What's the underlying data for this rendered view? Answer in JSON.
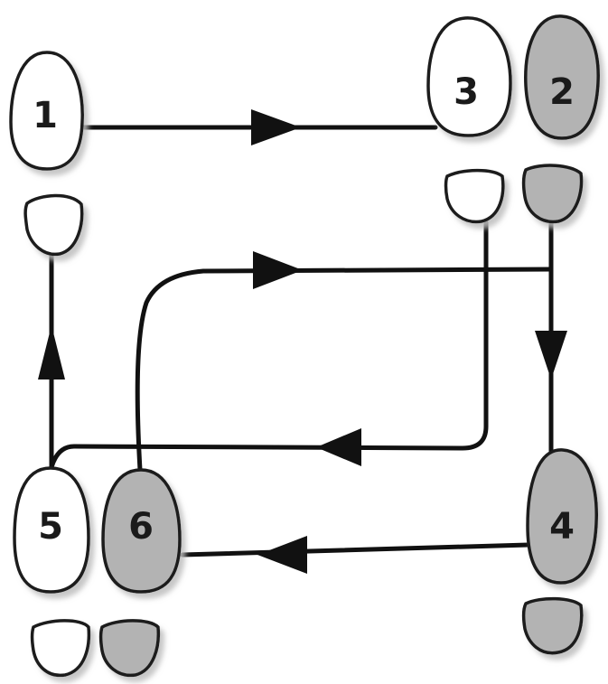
{
  "steps": [
    {
      "label": "1",
      "foot": "white"
    },
    {
      "label": "2",
      "foot": "gray"
    },
    {
      "label": "3",
      "foot": "white"
    },
    {
      "label": "4",
      "foot": "gray"
    },
    {
      "label": "5",
      "foot": "white"
    },
    {
      "label": "6",
      "foot": "gray"
    }
  ],
  "colors": {
    "white_foot": "#ffffff",
    "gray_foot": "#b3b3b3",
    "outline": "#1a1a1a",
    "line": "#111111",
    "shadow": "#cfcfcf"
  }
}
